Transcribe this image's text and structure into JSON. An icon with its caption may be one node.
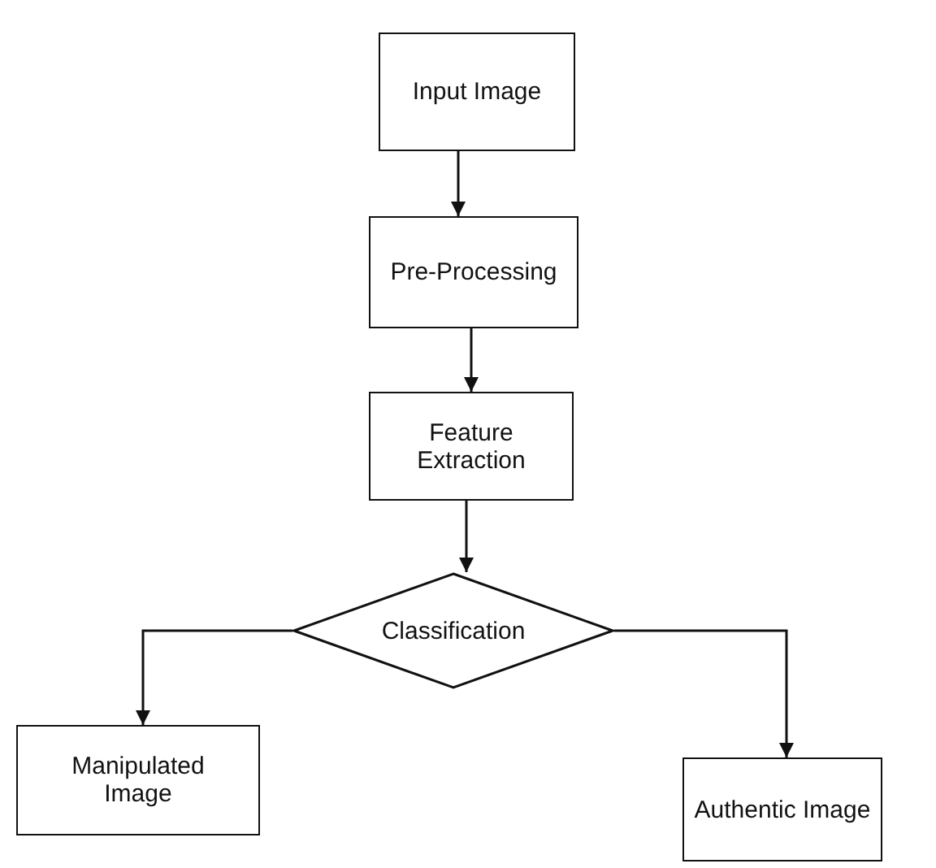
{
  "diagram": {
    "nodes": [
      {
        "text": [
          "Input Image"
        ]
      },
      {
        "text": [
          "Pre-Processing"
        ]
      },
      {
        "text": [
          "Feature Extraction"
        ]
      },
      {
        "text": [
          "Classification"
        ]
      },
      {
        "text": [
          "Manipulated Image"
        ]
      },
      {
        "text": [
          "Authentic Image"
        ]
      }
    ],
    "edges": [
      {
        "from": 0,
        "to": 1,
        "arrow": "to"
      },
      {
        "from": 1,
        "to": 2,
        "arrow": "to"
      },
      {
        "from": 2,
        "to": 3,
        "arrow": "to"
      },
      {
        "from": 3,
        "to": 4,
        "arrow": "to"
      },
      {
        "from": 3,
        "to": 5,
        "arrow": "to"
      }
    ]
  }
}
